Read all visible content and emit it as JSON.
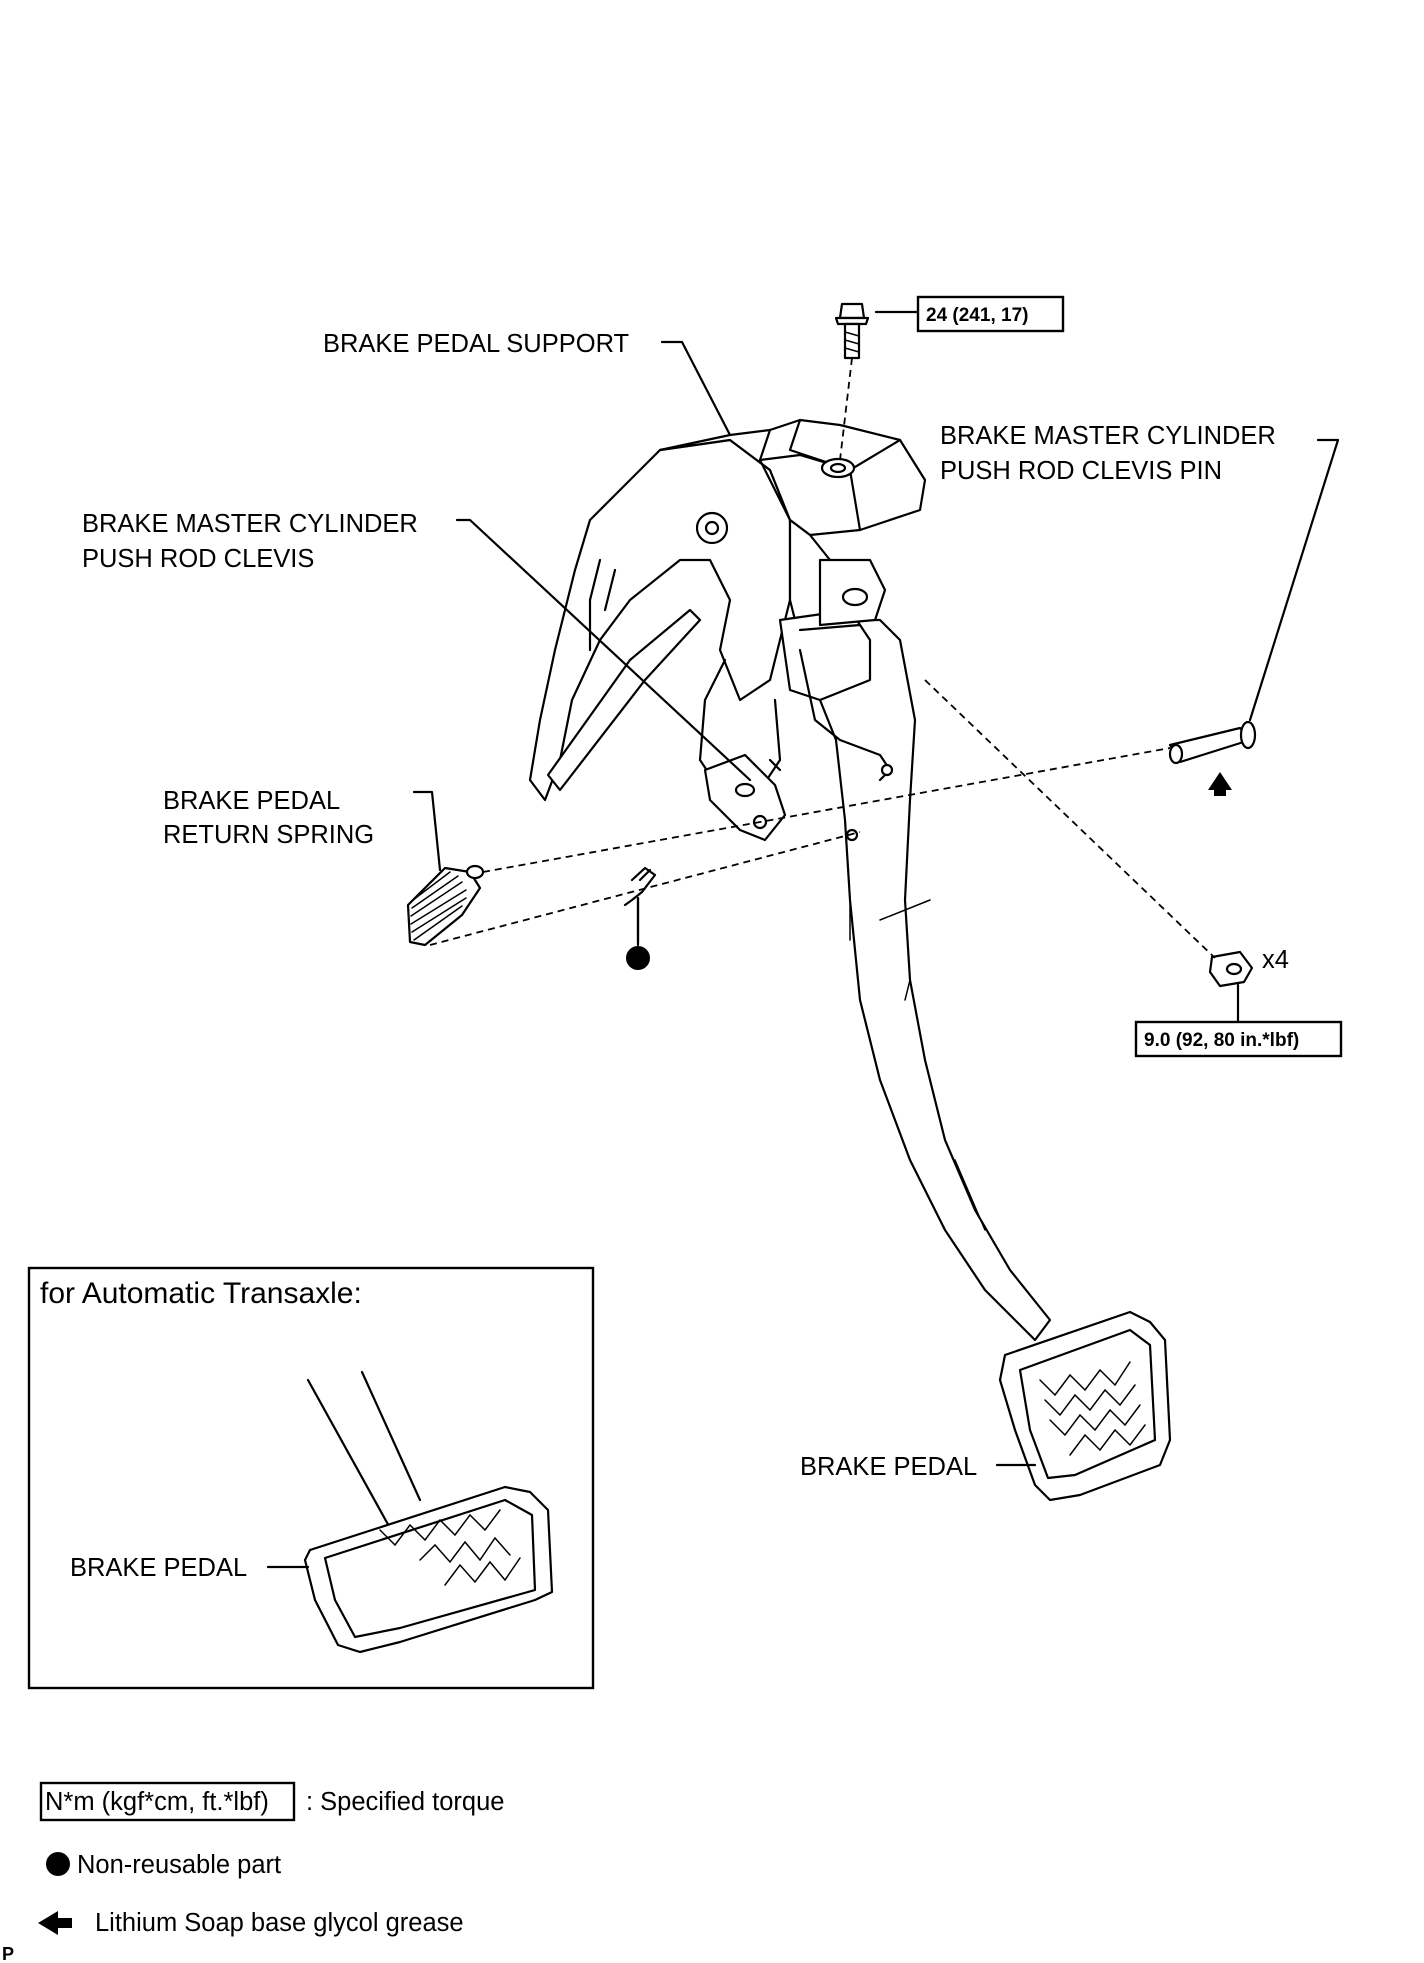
{
  "labels": {
    "brake_pedal_support": "BRAKE PEDAL SUPPORT",
    "clevis_pin_line1": "BRAKE MASTER CYLINDER",
    "clevis_pin_line2": "PUSH ROD CLEVIS PIN",
    "clevis_line1": "BRAKE MASTER CYLINDER",
    "clevis_line2": "PUSH ROD CLEVIS",
    "return_spring_line1": "BRAKE PEDAL",
    "return_spring_line2": "RETURN SPRING",
    "brake_pedal": "BRAKE PEDAL",
    "quantity": "x4"
  },
  "torque": {
    "bolt": "24 (241, 17)",
    "nut": "9.0 (92, 80 in.*lbf)"
  },
  "inset": {
    "title": "for Automatic Transaxle:",
    "brake_pedal": "BRAKE PEDAL"
  },
  "legend": {
    "torque_box": "N*m (kgf*cm, ft.*lbf)",
    "torque_desc": ": Specified torque",
    "non_reusable": "Non-reusable part",
    "grease": "Lithium Soap base glycol grease"
  },
  "corner_mark": "P"
}
